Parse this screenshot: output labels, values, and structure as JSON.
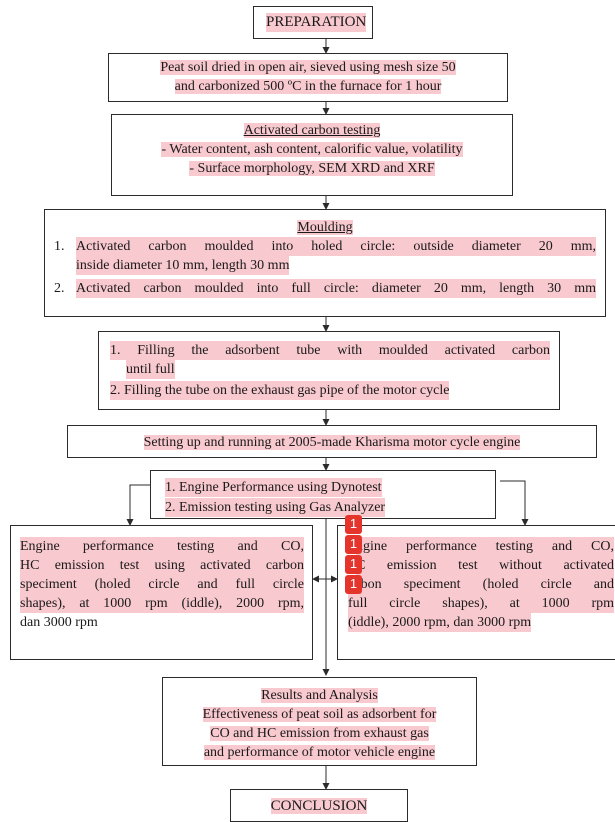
{
  "preparation": "PREPARATION",
  "step1": {
    "line1": "Peat soil dried in open air, sieved using mesh size 50",
    "line2": "and carbonized 500 ºC in the furnace for 1 hour"
  },
  "activated_testing": {
    "title": "Activated carbon testing",
    "line1": "- Water content, ash content, calorific value, volatility",
    "line2": "- Surface morphology, SEM XRD and XRF"
  },
  "moulding": {
    "title": "Moulding",
    "item1_num": "1.",
    "item1_line1": "Activated carbon moulded into holed circle: outside diameter 20 mm,",
    "item1_line2": "inside diameter 10 mm, length 30 mm",
    "item2_num": "2.",
    "item2_line1": "Activated carbon moulded into full circle: diameter 20 mm, length 30 mm"
  },
  "filling": {
    "item1_line1": "1. Filling the adsorbent tube with moulded activated carbon",
    "item1_line2": "until full",
    "item2_line1": "2. Filling the tube on the exhaust gas pipe of the motor cycle"
  },
  "setup": "Setting up and running at 2005-made Kharisma motor cycle engine",
  "tests": {
    "item1": "1.  Engine Performance using Dynotest",
    "item2": "2.  Emission testing using Gas Analyzer"
  },
  "left_box": {
    "line1": "Engine performance testing and CO,",
    "line2": "HC emission test using activated carbon",
    "line3": "speciment (holed circle and full circle",
    "line4": "shapes), at 1000 rpm (iddle), 2000 rpm,",
    "line5": "dan 3000 rpm"
  },
  "right_box": {
    "line1": "ngine performance testing and CO,",
    "line2": "C emission test without activated",
    "line3": "rbon speciment (holed circle and",
    "line4": "full circle shapes), at 1000 rpm",
    "line5": "(iddle), 2000 rpm, dan 3000 rpm"
  },
  "results": {
    "line1": "Results and Analysis",
    "line2": "Effectiveness of peat soil as adsorbent for",
    "line3": "CO and HC emission from exhaust gas",
    "line4": "and performance of motor vehicle engine"
  },
  "conclusion": "CONCLUSION",
  "markers": [
    "1",
    "1",
    "1",
    "1"
  ],
  "colors": {
    "highlight": "#f8c9cf",
    "marker": "#e5342b",
    "border": "#2b2b2b"
  }
}
